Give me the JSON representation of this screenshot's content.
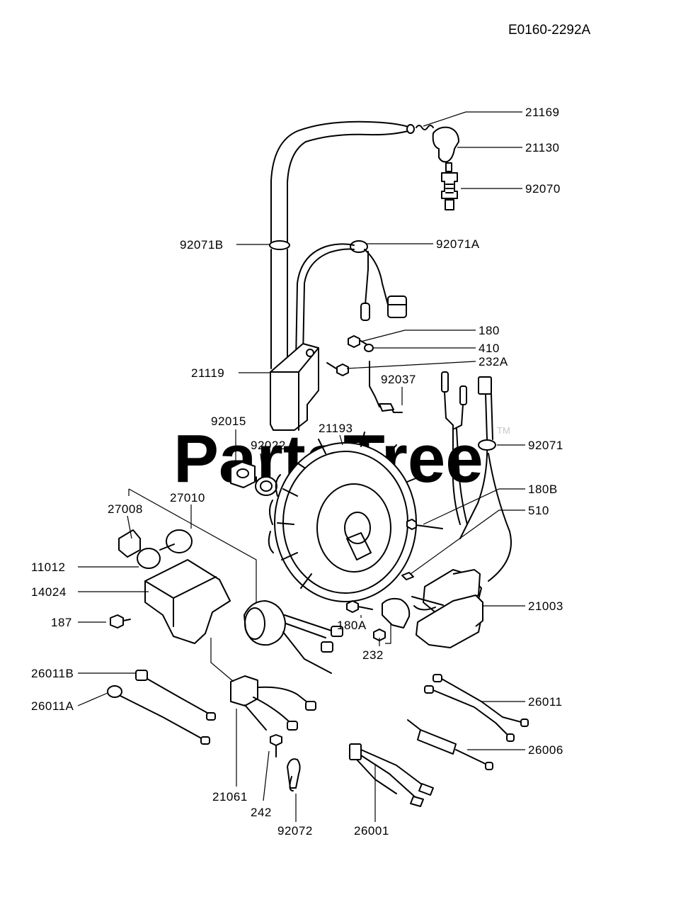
{
  "diagram_ref": "E0160-2292A",
  "watermark": "PartsTree",
  "watermark_tm": "TM",
  "parts": [
    {
      "number": "21169"
    },
    {
      "number": "21130"
    },
    {
      "number": "92070"
    },
    {
      "number": "92071B"
    },
    {
      "number": "92071A"
    },
    {
      "number": "180"
    },
    {
      "number": "410"
    },
    {
      "number": "232A"
    },
    {
      "number": "21119"
    },
    {
      "number": "92037"
    },
    {
      "number": "92015"
    },
    {
      "number": "21193"
    },
    {
      "number": "92022"
    },
    {
      "number": "92071"
    },
    {
      "number": "27008"
    },
    {
      "number": "27010"
    },
    {
      "number": "180B"
    },
    {
      "number": "510"
    },
    {
      "number": "11012"
    },
    {
      "number": "14024"
    },
    {
      "number": "21003"
    },
    {
      "number": "187"
    },
    {
      "number": "180A"
    },
    {
      "number": "232"
    },
    {
      "number": "26011B"
    },
    {
      "number": "26011A"
    },
    {
      "number": "26011"
    },
    {
      "number": "26006"
    },
    {
      "number": "21061"
    },
    {
      "number": "242"
    },
    {
      "number": "92072"
    },
    {
      "number": "26001"
    }
  ]
}
